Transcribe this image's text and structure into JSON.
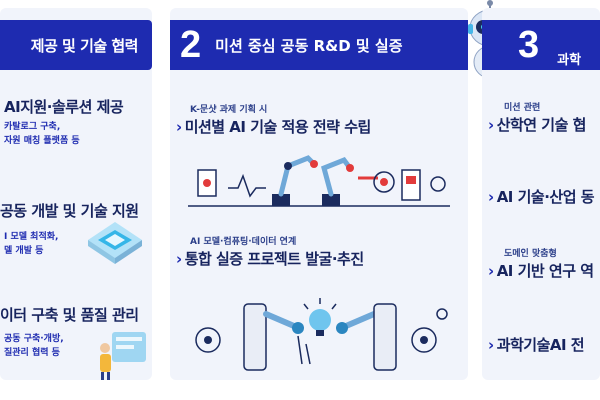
{
  "panel1": {
    "header_title": "제공 및 기술 협력",
    "items": [
      {
        "heading": "AI지원·솔루션 제공",
        "sub1": "카탈로그 구축,",
        "sub2": "자원 매칭 플랫폼 등"
      },
      {
        "heading": "공동 개발 및 기술 지원",
        "sub1": "I 모델 최적화,",
        "sub2": "델 개발 등"
      },
      {
        "heading": "이터 구축 및 품질 관리",
        "sub1": "공동 구축·개방,",
        "sub2": "질관리 협력 등"
      }
    ]
  },
  "panel2": {
    "header_number": "2",
    "header_title": "미션 중심 공동 R&D 및 실증",
    "block1": {
      "kicker": "K-문샷 과제 기획 시",
      "heading": "미션별 AI 기술 적용 전략 수립"
    },
    "block2": {
      "kicker": "AI 모델·컴퓨팅·데이터 연계",
      "heading": "통합 실증 프로젝트 발굴·추진"
    }
  },
  "panel3": {
    "header_number": "3",
    "header_title": "과학",
    "items": [
      {
        "kicker": "미션 관련",
        "heading": "산학연 기술 협"
      },
      {
        "kicker": "",
        "heading": "AI 기술·산업 동"
      },
      {
        "kicker": "도메인 맞춤형",
        "heading": "AI 기반 연구 역"
      },
      {
        "kicker": "",
        "heading": "과학기술AI 전"
      }
    ]
  },
  "colors": {
    "header_blue": "#1e2bb0",
    "panel_bg": "#f1f4fb",
    "accent_cyan": "#35b6e8"
  },
  "icons": [
    "chevron-right-icon",
    "robot-mascot-icon",
    "robot-arm-icon",
    "chip-icon",
    "gear-icon",
    "lightbulb-icon",
    "person-icon",
    "tablet-icon"
  ]
}
